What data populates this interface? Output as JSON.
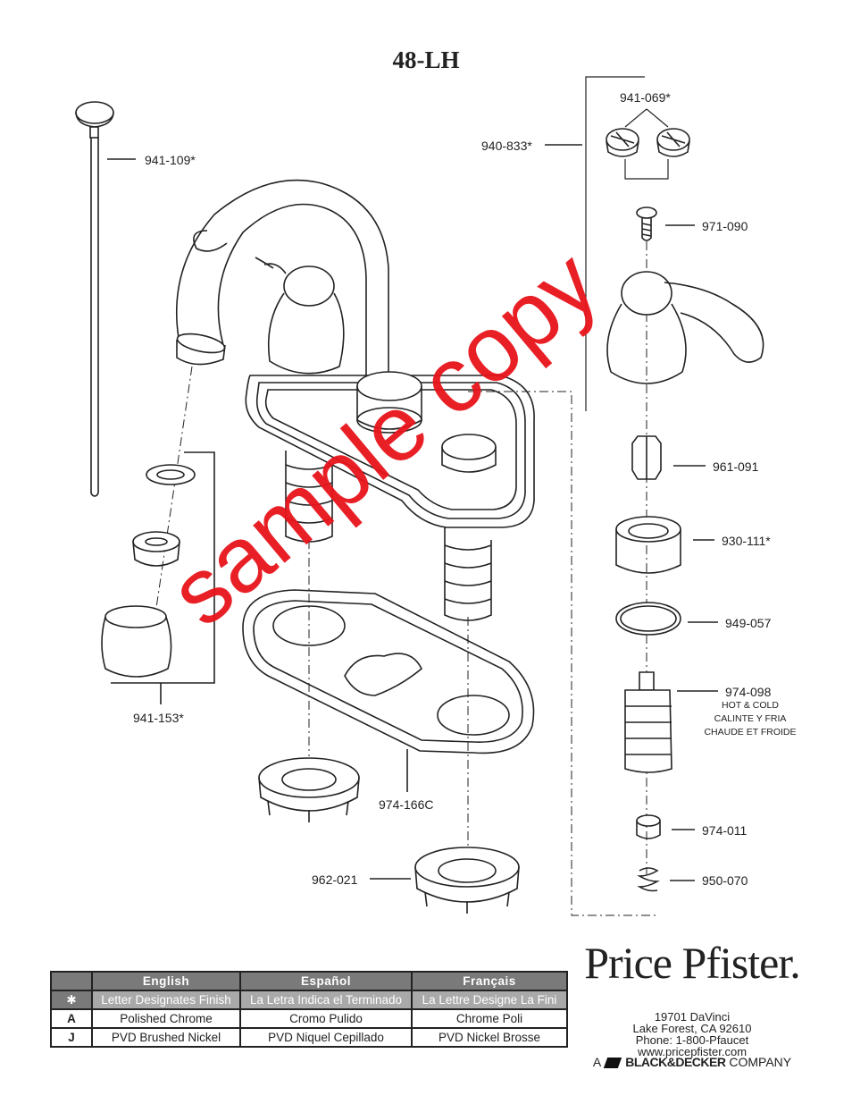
{
  "title": "48-LH",
  "watermark": "sample copy",
  "parts": {
    "p941_109": "941-109*",
    "p941_069": "941-069*",
    "p940_833": "940-833*",
    "p971_090": "971-090",
    "p961_091": "961-091",
    "p930_111": "930-111*",
    "p949_057": "949-057",
    "p974_098": "974-098",
    "p974_098_note1": "HOT & COLD",
    "p974_098_note2": "CALINTE Y FRIA",
    "p974_098_note3": "CHAUDE ET FROIDE",
    "p974_011": "974-011",
    "p950_070": "950-070",
    "p941_153": "941-153*",
    "p974_166C": "974-166C",
    "p962_021": "962-021"
  },
  "finish_table": {
    "headers": [
      "English",
      "Español",
      "Français"
    ],
    "star_row": {
      "key": "✱",
      "en": "Letter Designates Finish",
      "es": "La Letra Indica el Terminado",
      "fr": "La Lettre Designe La Fini"
    },
    "rows": [
      {
        "key": "A",
        "en": "Polished Chrome",
        "es": "Cromo Pulido",
        "fr": "Chrome Poli"
      },
      {
        "key": "J",
        "en": "PVD Brushed Nickel",
        "es": "PVD Niquel Cepillado",
        "fr": "PVD Nickel Brosse"
      }
    ]
  },
  "brand": {
    "name": "Price Pfister.",
    "address1": "19701 DaVinci",
    "address2": "Lake Forest, CA 92610",
    "phone": "Phone: 1-800-Pfaucet",
    "web": "www.pricepfister.com",
    "company_prefix": "A",
    "company_name": "BLACK&DECKER",
    "company_suffix": "COMPANY"
  }
}
